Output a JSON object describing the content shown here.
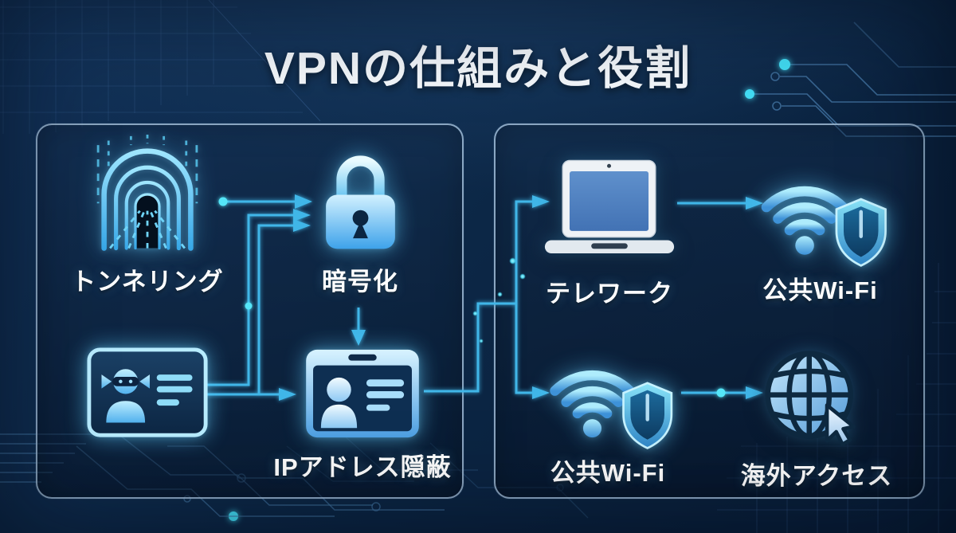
{
  "title": "VPNの仕組みと役割",
  "nodes": {
    "tunneling": {
      "label": "トンネリング",
      "icon": "tunnel-icon"
    },
    "encryption": {
      "label": "暗号化",
      "icon": "padlock-icon"
    },
    "masked_identity": {
      "icon": "masked-id-card-icon"
    },
    "ip_masking": {
      "label": "IPアドレス隠蔽",
      "icon": "id-badge-icon"
    },
    "telework": {
      "label": "テレワーク",
      "icon": "laptop-icon"
    },
    "public_wifi_top": {
      "label": "公共Wi-Fi",
      "icon": "wifi-shield-icon"
    },
    "public_wifi_bottom": {
      "label": "公共Wi-Fi",
      "icon": "wifi-shield-icon"
    },
    "overseas_access": {
      "label": "海外アクセス",
      "icon": "globe-cursor-icon"
    }
  },
  "connections": [
    {
      "from": "tunneling",
      "to": "encryption"
    },
    {
      "from": "masked_identity",
      "to": "encryption"
    },
    {
      "from": "encryption",
      "to": "ip_masking"
    },
    {
      "from": "masked_identity",
      "to": "ip_masking"
    },
    {
      "from": "ip_masking",
      "to": "telework"
    },
    {
      "from": "ip_masking",
      "to": "public_wifi_bottom"
    },
    {
      "from": "telework",
      "to": "public_wifi_top"
    },
    {
      "from": "public_wifi_bottom",
      "to": "overseas_access"
    }
  ],
  "colors": {
    "background": "#0b2544",
    "panel_border": "#a7c3de",
    "accent_line": "#3fb6e8",
    "glow_dot": "#55e6f8",
    "icon_cyan": "#6fd2f6",
    "text": "#ffffff"
  }
}
